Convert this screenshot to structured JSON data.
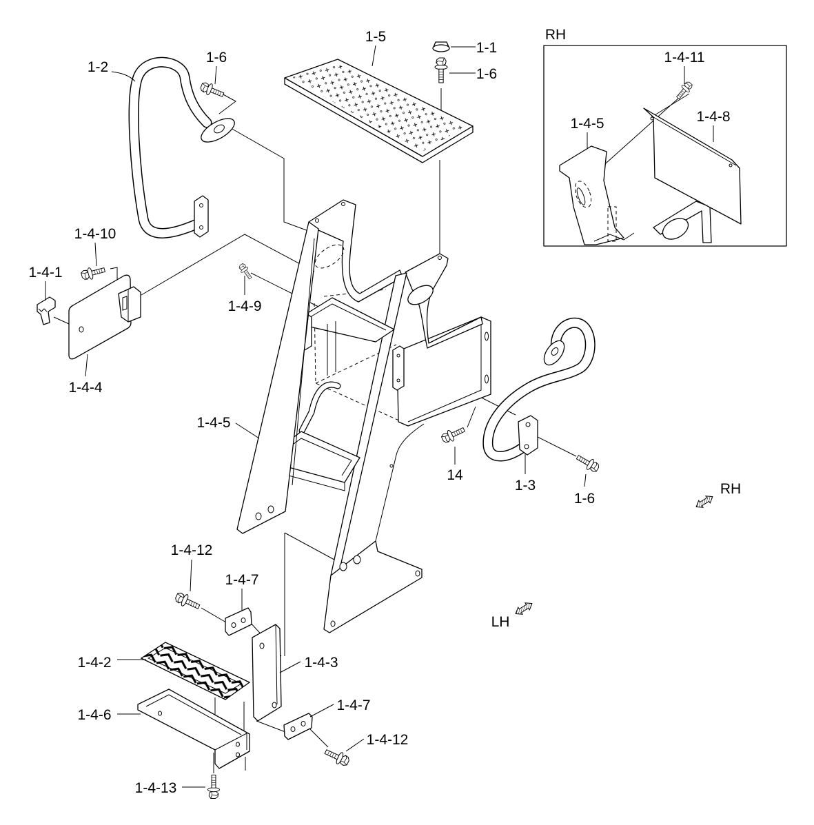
{
  "diagram": {
    "inset": {
      "title": "RH",
      "callouts": {
        "part_1_4_11": "1-4-11",
        "part_1_4_5": "1-4-5",
        "part_1_4_8": "1-4-8"
      }
    },
    "callouts": {
      "part_1_5": "1-5",
      "part_1_1": "1-1",
      "part_1_6_top": "1-6",
      "part_1_2": "1-2",
      "part_1_6_left": "1-6",
      "part_1_4_10": "1-4-10",
      "part_1_4_1": "1-4-1",
      "part_1_4_9": "1-4-9",
      "part_1_4_4": "1-4-4",
      "part_1_4_5": "1-4-5",
      "part_14": "14",
      "part_1_3": "1-3",
      "part_1_6_right": "1-6",
      "part_1_4_12_upper": "1-4-12",
      "part_1_4_7_upper": "1-4-7",
      "part_1_4_2": "1-4-2",
      "part_1_4_3": "1-4-3",
      "part_1_4_7_lower": "1-4-7",
      "part_1_4_6": "1-4-6",
      "part_1_4_12_lower": "1-4-12",
      "part_1_4_13": "1-4-13"
    },
    "directions": {
      "right": "RH",
      "left": "LH"
    }
  }
}
